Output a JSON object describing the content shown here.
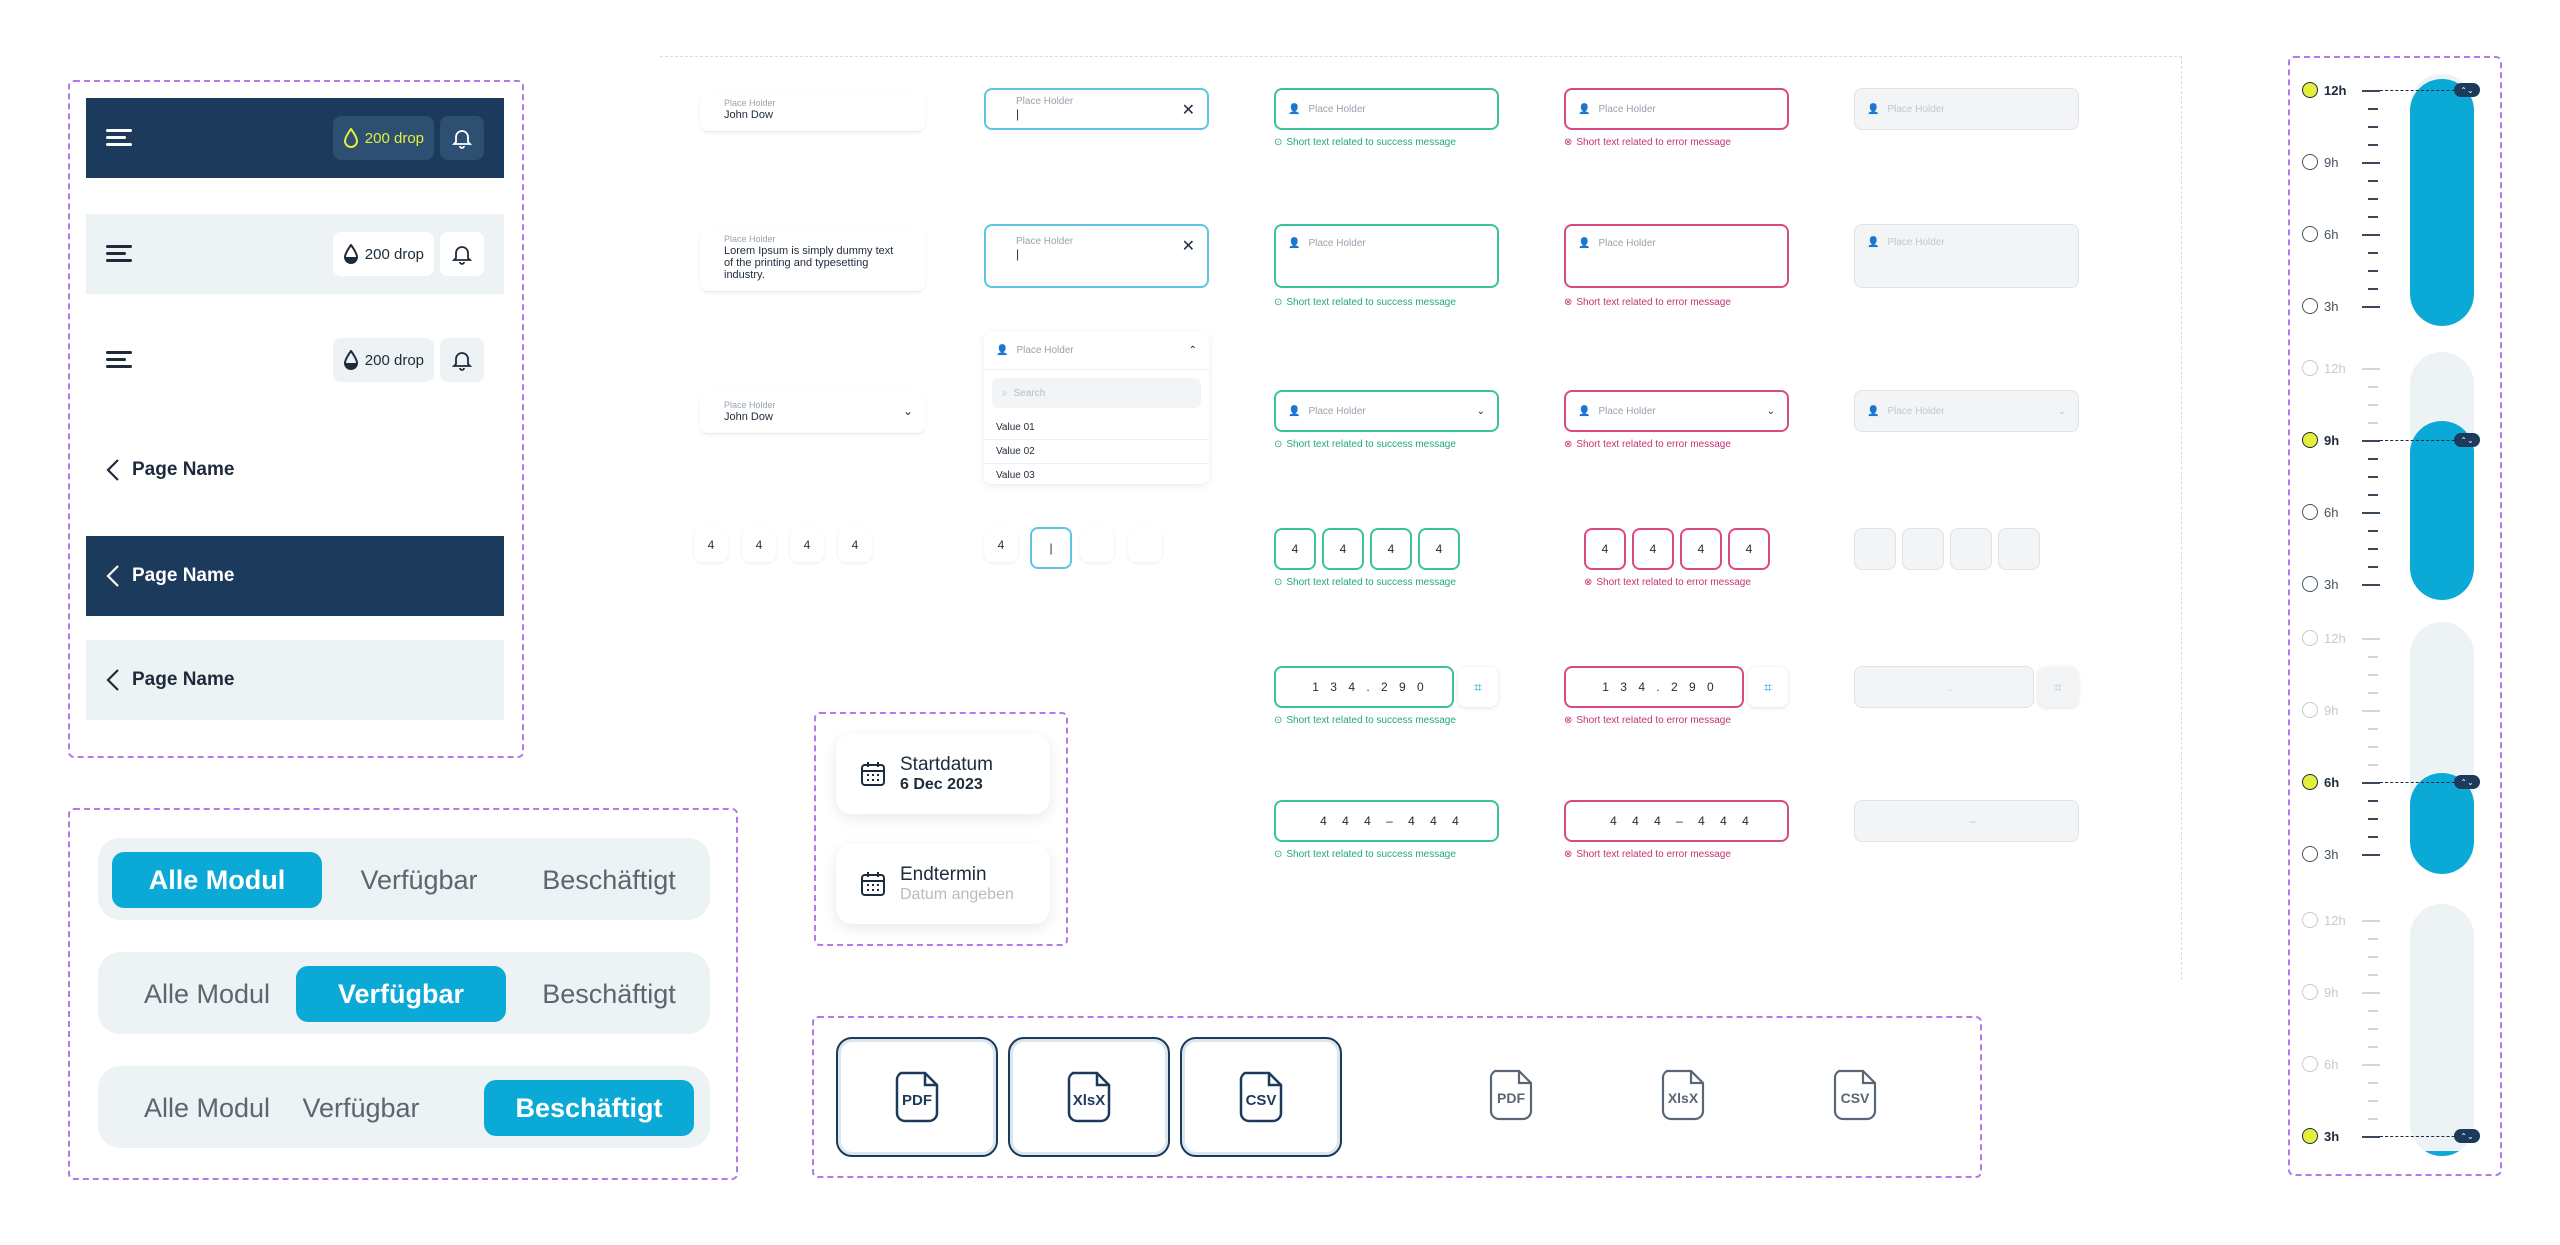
{
  "headers": {
    "drop_label": "200 drop",
    "page_name": "Page Name"
  },
  "segments": {
    "options": [
      "Alle Modul",
      "Verfügbar",
      "Beschäftigt"
    ]
  },
  "inputs": {
    "placeholder": "Place Holder",
    "name_value": "John Dow",
    "lorem": "Lorem Ipsum is simply dummy text of the printing and typesetting industry.",
    "cursor": "|",
    "success_text": "Short text related to success message",
    "error_text": "Short text related to error message",
    "search_placeholder": "Search",
    "dropdown_values": [
      "Value 01",
      "Value 02",
      "Value 03"
    ],
    "otp_digit": "4",
    "serial_ok": "1 3 4 . 2 9 0",
    "serial_err": "1 3 4 . 2 9 0",
    "serial_dis": ".",
    "phone_ok": "4 4 4 – 4 4 4",
    "phone_err": "4 4 4 – 4 4 4",
    "phone_dis": "–"
  },
  "dates": {
    "start_label": "Startdatum",
    "start_value": "6 Dec 2023",
    "end_label": "Endtermin",
    "end_placeholder": "Datum angeben"
  },
  "files": {
    "types": [
      "PDF",
      "XlsX",
      "CSV"
    ]
  },
  "time": {
    "labels": [
      "12h",
      "9h",
      "6h",
      "3h"
    ],
    "levels": [
      0.98,
      0.72,
      0.4,
      0.02
    ],
    "accent": "#0aa9d6",
    "selected_color": "#e4ef3b"
  },
  "colors": {
    "navy": "#1b3a5c",
    "success": "#3cc29a",
    "error": "#d94a85",
    "accent": "#0aa9d6"
  }
}
